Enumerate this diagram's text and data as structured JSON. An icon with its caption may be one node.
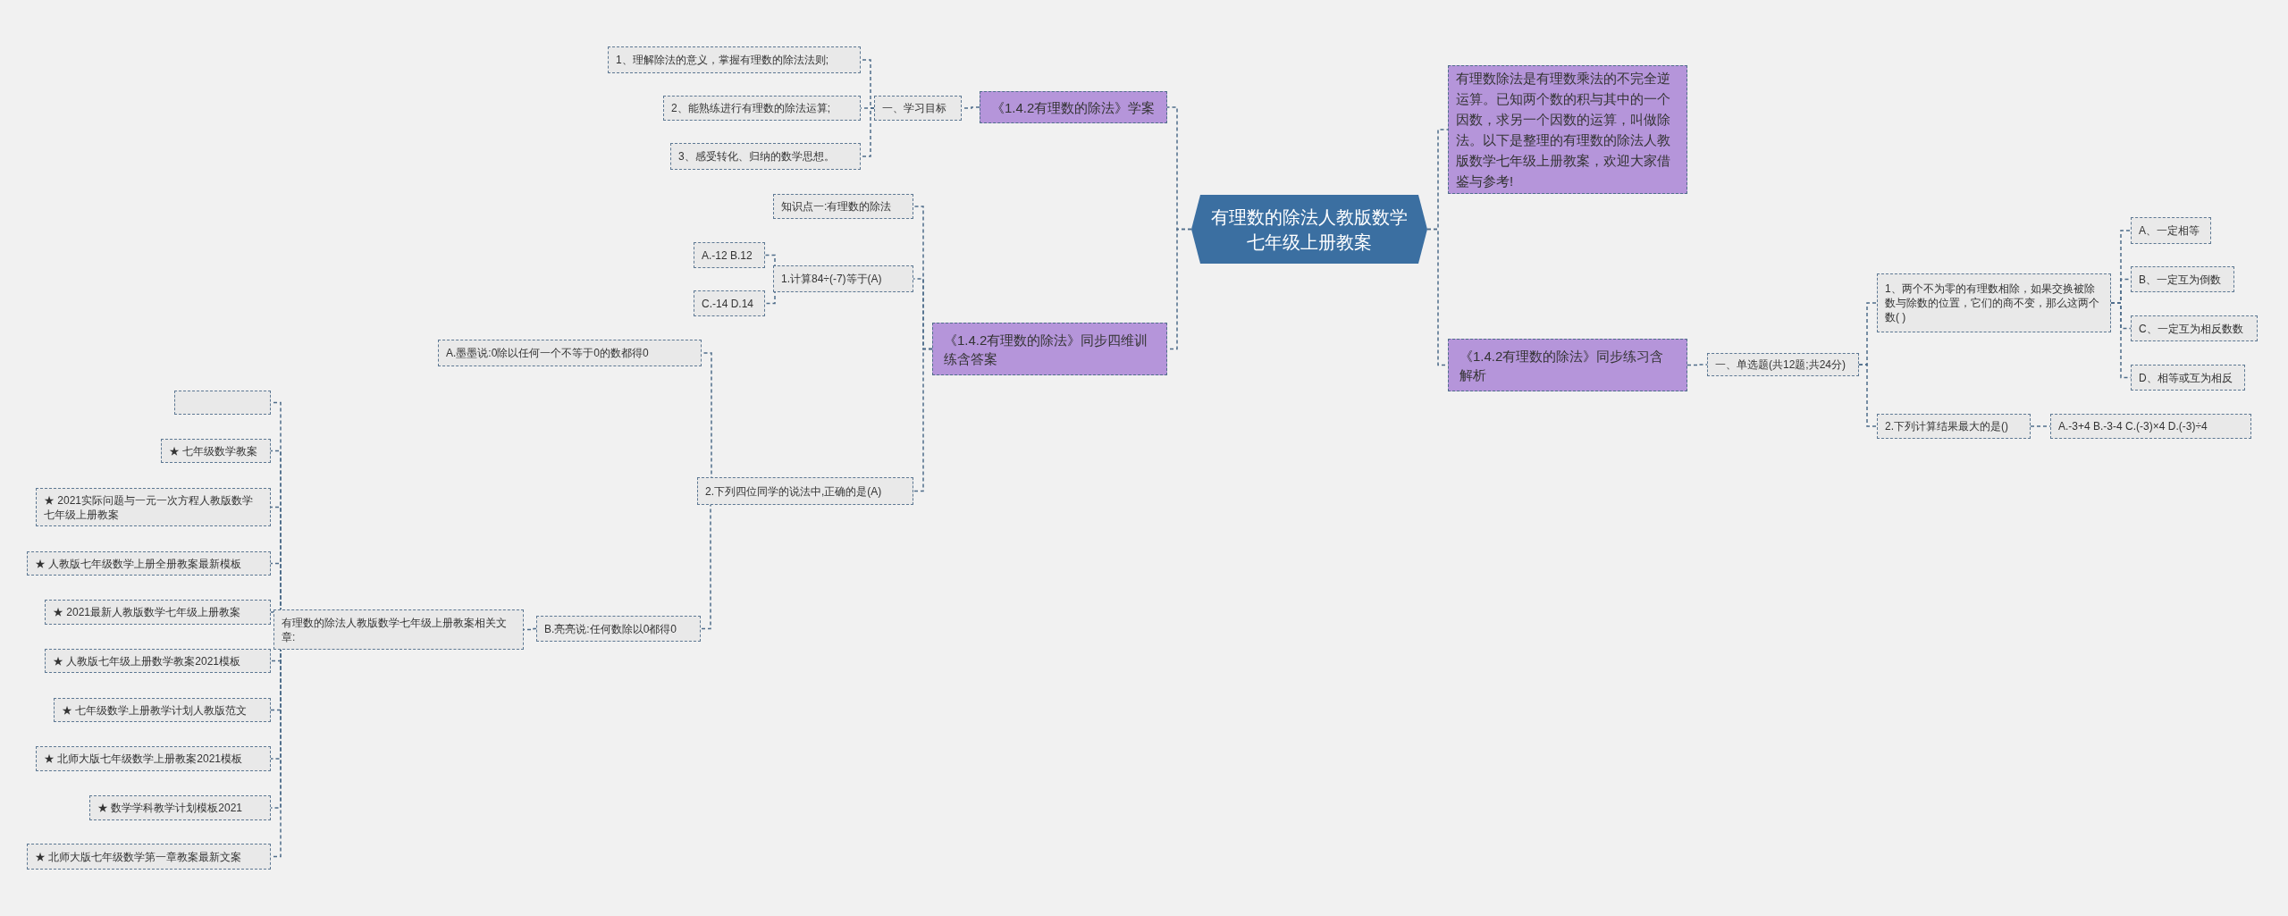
{
  "diagram": {
    "nodes": [
      {
        "text": [
          "有理数的除法人教版数学七年级上册教案"
        ]
      },
      {
        "text": [
          "《1.4.2有理数的除法》学案"
        ]
      },
      {
        "text": [
          "一、学习目标"
        ]
      },
      {
        "text": [
          "1、理解除法的意义，掌握有理数的除法法则;"
        ]
      },
      {
        "text": [
          "2、能熟练进行有理数的除法运算;"
        ]
      },
      {
        "text": [
          "3、感受转化、归纳的数学思想。"
        ]
      },
      {
        "text": [
          "《1.4.2有理数的除法》同步四维训练含答案"
        ]
      },
      {
        "text": [
          "知识点一:有理数的除法"
        ]
      },
      {
        "text": [
          "1.计算84÷(-7)等于(A)"
        ]
      },
      {
        "text": [
          "A.-12 B.12"
        ]
      },
      {
        "text": [
          "C.-14 D.14"
        ]
      },
      {
        "text": [
          "2.下列四位同学的说法中,正确的是(A)"
        ]
      },
      {
        "text": [
          "A.墨墨说:0除以任何一个不等于0的数都得0"
        ]
      },
      {
        "text": [
          "B.亮亮说:任何数除以0都得0"
        ]
      },
      {
        "text": [
          "有理数的除法人教版数学七年级上册教案相关文章:"
        ]
      },
      {
        "text": [],
        "shape": "box"
      },
      {
        "text": [
          "★ 七年级数学教案"
        ]
      },
      {
        "text": [
          "★ 2021实际问题与一元一次方程人教版数学七年级上册教案"
        ]
      },
      {
        "text": [
          "★ 人教版七年级数学上册全册教案最新模板"
        ]
      },
      {
        "text": [
          "★ 2021最新人教版数学七年级上册教案"
        ]
      },
      {
        "text": [
          "★ 人教版七年级上册数学教案2021模板"
        ]
      },
      {
        "text": [
          "★ 七年级数学上册教学计划人教版范文"
        ]
      },
      {
        "text": [
          "★ 北师大版七年级数学上册教案2021模板"
        ]
      },
      {
        "text": [
          "★ 数学学科教学计划模板2021"
        ]
      },
      {
        "text": [
          "★ 北师大版七年级数学第一章教案最新文案"
        ]
      },
      {
        "text": [
          "有理数除法是有理数乘法的不完全逆运算。已知两个数的积与其中的一个因数，求另一个因数的运算，叫做除法。以下是整理的有理数的除法人教版数学七年级上册教案，欢迎大家借鉴与参考!"
        ]
      },
      {
        "text": [
          "《1.4.2有理数的除法》同步练习含解析"
        ]
      },
      {
        "text": [
          "一、单选题(共12题;共24分)"
        ]
      },
      {
        "text": [
          "1、两个不为零的有理数相除，如果交换被除数与除数的位置，它们的商不变，那么这两个数( )"
        ]
      },
      {
        "text": [
          "A、一定相等"
        ]
      },
      {
        "text": [
          "B、一定互为倒数"
        ]
      },
      {
        "text": [
          "C、一定互为相反数数"
        ]
      },
      {
        "text": [
          "D、相等或互为相反"
        ]
      },
      {
        "text": [
          "2.下列计算结果最大的是()"
        ]
      },
      {
        "text": [
          "A.-3+4 B.-3-4 C.(-3)×4 D.(-3)÷4"
        ]
      }
    ],
    "edges": [
      {
        "from": 0,
        "to": 1,
        "arrow": "none"
      },
      {
        "from": 0,
        "to": 6,
        "arrow": "none"
      },
      {
        "from": 0,
        "to": 25,
        "arrow": "none"
      },
      {
        "from": 0,
        "to": 26,
        "arrow": "none"
      },
      {
        "from": 1,
        "to": 2,
        "arrow": "none"
      },
      {
        "from": 2,
        "to": 3,
        "arrow": "none"
      },
      {
        "from": 2,
        "to": 4,
        "arrow": "none"
      },
      {
        "from": 2,
        "to": 5,
        "arrow": "none"
      },
      {
        "from": 6,
        "to": 7,
        "arrow": "none"
      },
      {
        "from": 6,
        "to": 8,
        "arrow": "none"
      },
      {
        "from": 6,
        "to": 11,
        "arrow": "none"
      },
      {
        "from": 8,
        "to": 9,
        "arrow": "none"
      },
      {
        "from": 8,
        "to": 10,
        "arrow": "none"
      },
      {
        "from": 11,
        "to": 12,
        "arrow": "none"
      },
      {
        "from": 11,
        "to": 13,
        "arrow": "none"
      },
      {
        "from": 13,
        "to": 14,
        "arrow": "none"
      },
      {
        "from": 14,
        "to": 15,
        "arrow": "none"
      },
      {
        "from": 14,
        "to": 16,
        "arrow": "none"
      },
      {
        "from": 14,
        "to": 17,
        "arrow": "none"
      },
      {
        "from": 14,
        "to": 18,
        "arrow": "none"
      },
      {
        "from": 14,
        "to": 19,
        "arrow": "none"
      },
      {
        "from": 14,
        "to": 20,
        "arrow": "none"
      },
      {
        "from": 14,
        "to": 21,
        "arrow": "none"
      },
      {
        "from": 14,
        "to": 22,
        "arrow": "none"
      },
      {
        "from": 14,
        "to": 23,
        "arrow": "none"
      },
      {
        "from": 14,
        "to": 24,
        "arrow": "none"
      },
      {
        "from": 26,
        "to": 27,
        "arrow": "none"
      },
      {
        "from": 27,
        "to": 28,
        "arrow": "none"
      },
      {
        "from": 27,
        "to": 33,
        "arrow": "none"
      },
      {
        "from": 28,
        "to": 29,
        "arrow": "none"
      },
      {
        "from": 28,
        "to": 30,
        "arrow": "none"
      },
      {
        "from": 28,
        "to": 31,
        "arrow": "none"
      },
      {
        "from": 28,
        "to": 32,
        "arrow": "none"
      },
      {
        "from": 33,
        "to": 34,
        "arrow": "none"
      }
    ]
  }
}
